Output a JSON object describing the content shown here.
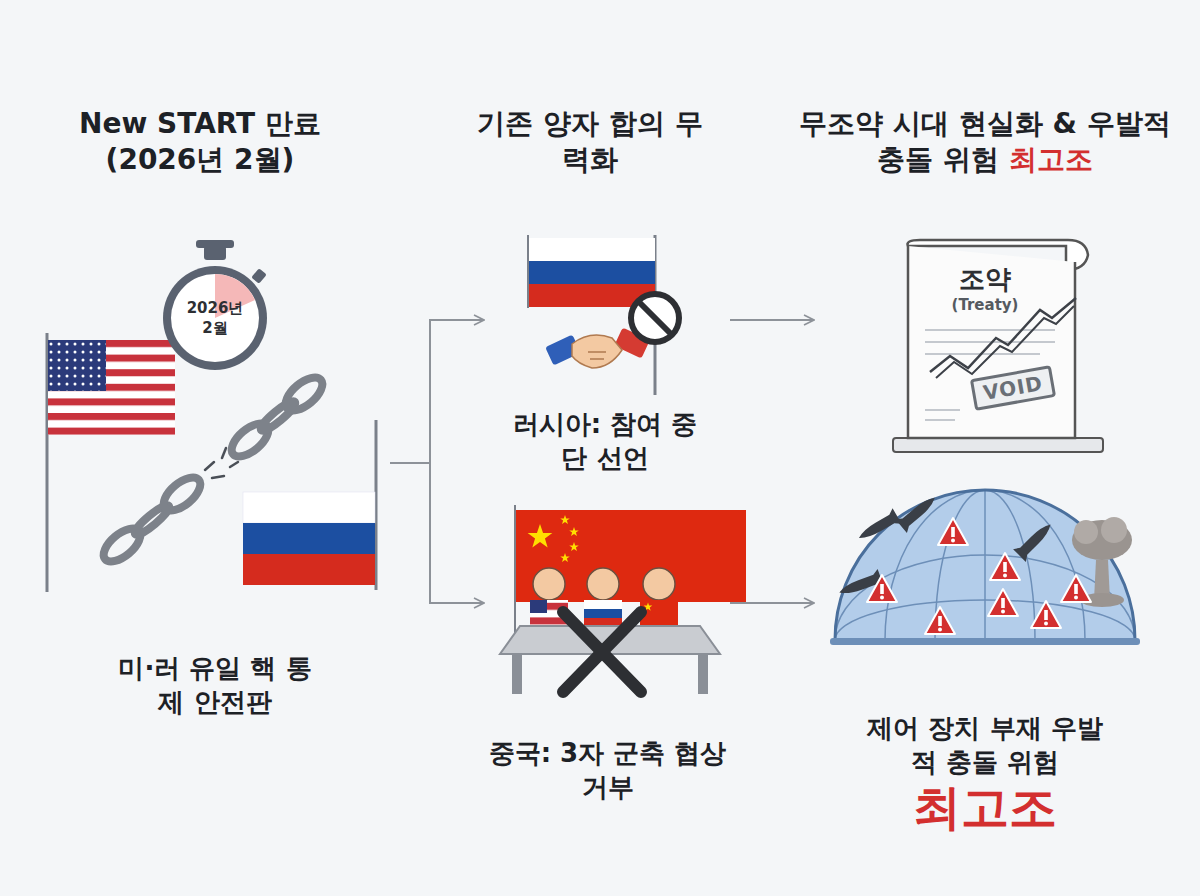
{
  "diagram": {
    "nodes": [
      {
        "text": [
          "미·러 유일 핵 통제 안전판"
        ]
      },
      {
        "text": [
          "러시아: 참여 중단 선언"
        ]
      },
      {
        "text": [
          "중국: 3자 군축 협상 거부"
        ]
      },
      {
        "text": [
          "조약",
          "(Treaty)",
          "VOID"
        ]
      },
      {
        "text": [
          "제어 장치 부재 우발적 충돌 위험",
          "최고조"
        ]
      }
    ],
    "edges": [
      {
        "from": 0,
        "to": 1,
        "arrow": "to"
      },
      {
        "from": 0,
        "to": 2,
        "arrow": "to"
      },
      {
        "from": 1,
        "to": 3,
        "arrow": "to"
      },
      {
        "from": 2,
        "to": 4,
        "arrow": "to"
      }
    ],
    "labels": [
      "New START 만료 (2026년 2월)",
      "기존 양자 합의 무력화",
      "무조약 시대 현실화 & 우발적 충돌 위험",
      "최고조",
      "2026년 2월"
    ]
  }
}
